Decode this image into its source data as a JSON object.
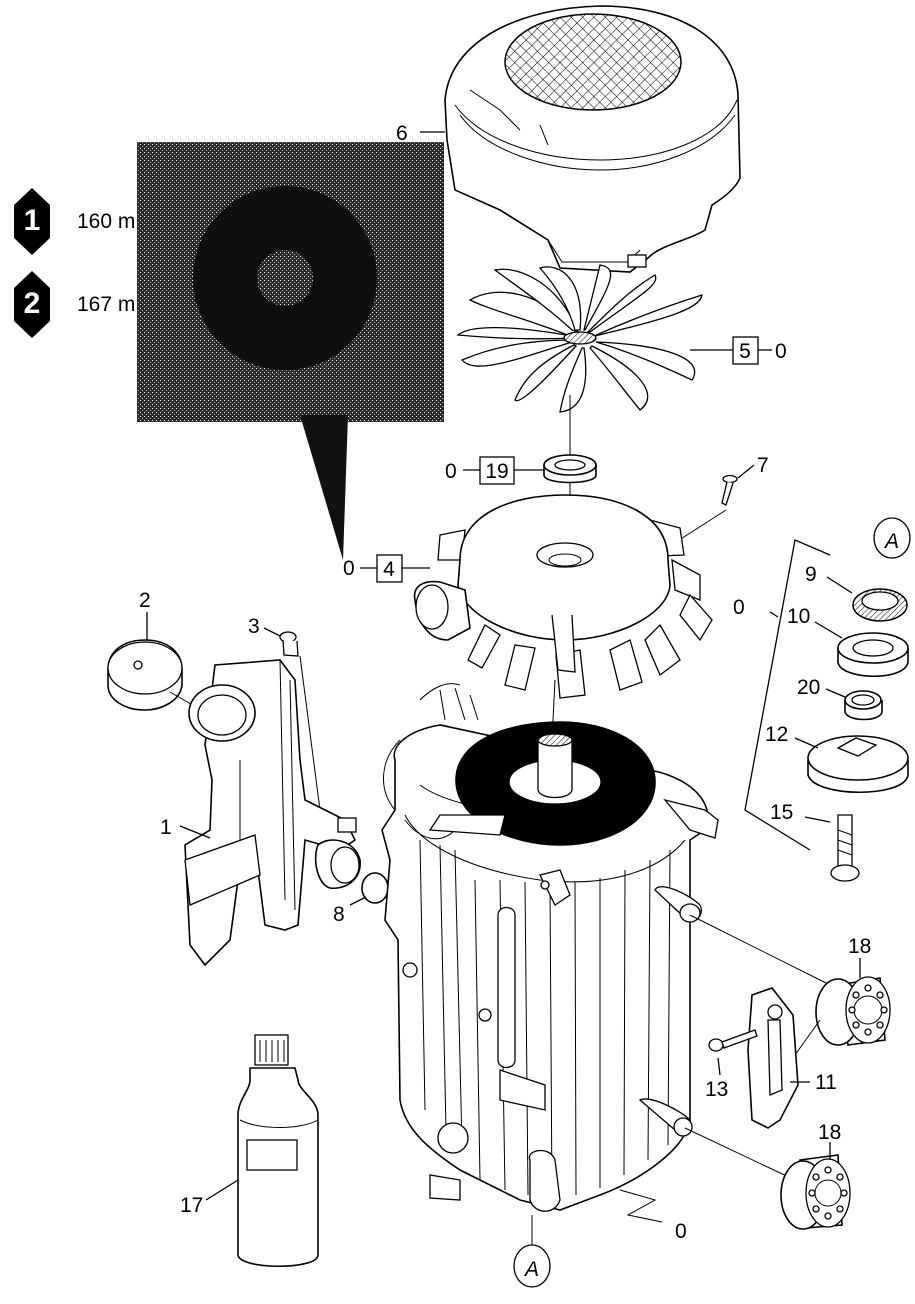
{
  "callouts": {
    "c1_number": "1",
    "c1_text": "160 m",
    "c2_number": "2",
    "c2_text": "167 m"
  },
  "labels": {
    "p6": "6",
    "p5": "5",
    "p5_zero": "0",
    "p19": "19",
    "p19_zero": "0",
    "p7": "7",
    "p4": "4",
    "p4_zero": "0",
    "p2": "2",
    "p3": "3",
    "p1": "1",
    "p8": "8",
    "detailA_top": "A",
    "p9": "9",
    "group_zero": "0",
    "p10": "10",
    "p20": "20",
    "p12": "12",
    "p15": "15",
    "p18a": "18",
    "p13": "13",
    "p11": "11",
    "p18b": "18",
    "p17": "17",
    "bottom_zero": "0",
    "detailA_bottom": "A"
  },
  "colors": {
    "line": "#000000",
    "background": "#ffffff",
    "redacted_fill": "#1a1a1a"
  }
}
